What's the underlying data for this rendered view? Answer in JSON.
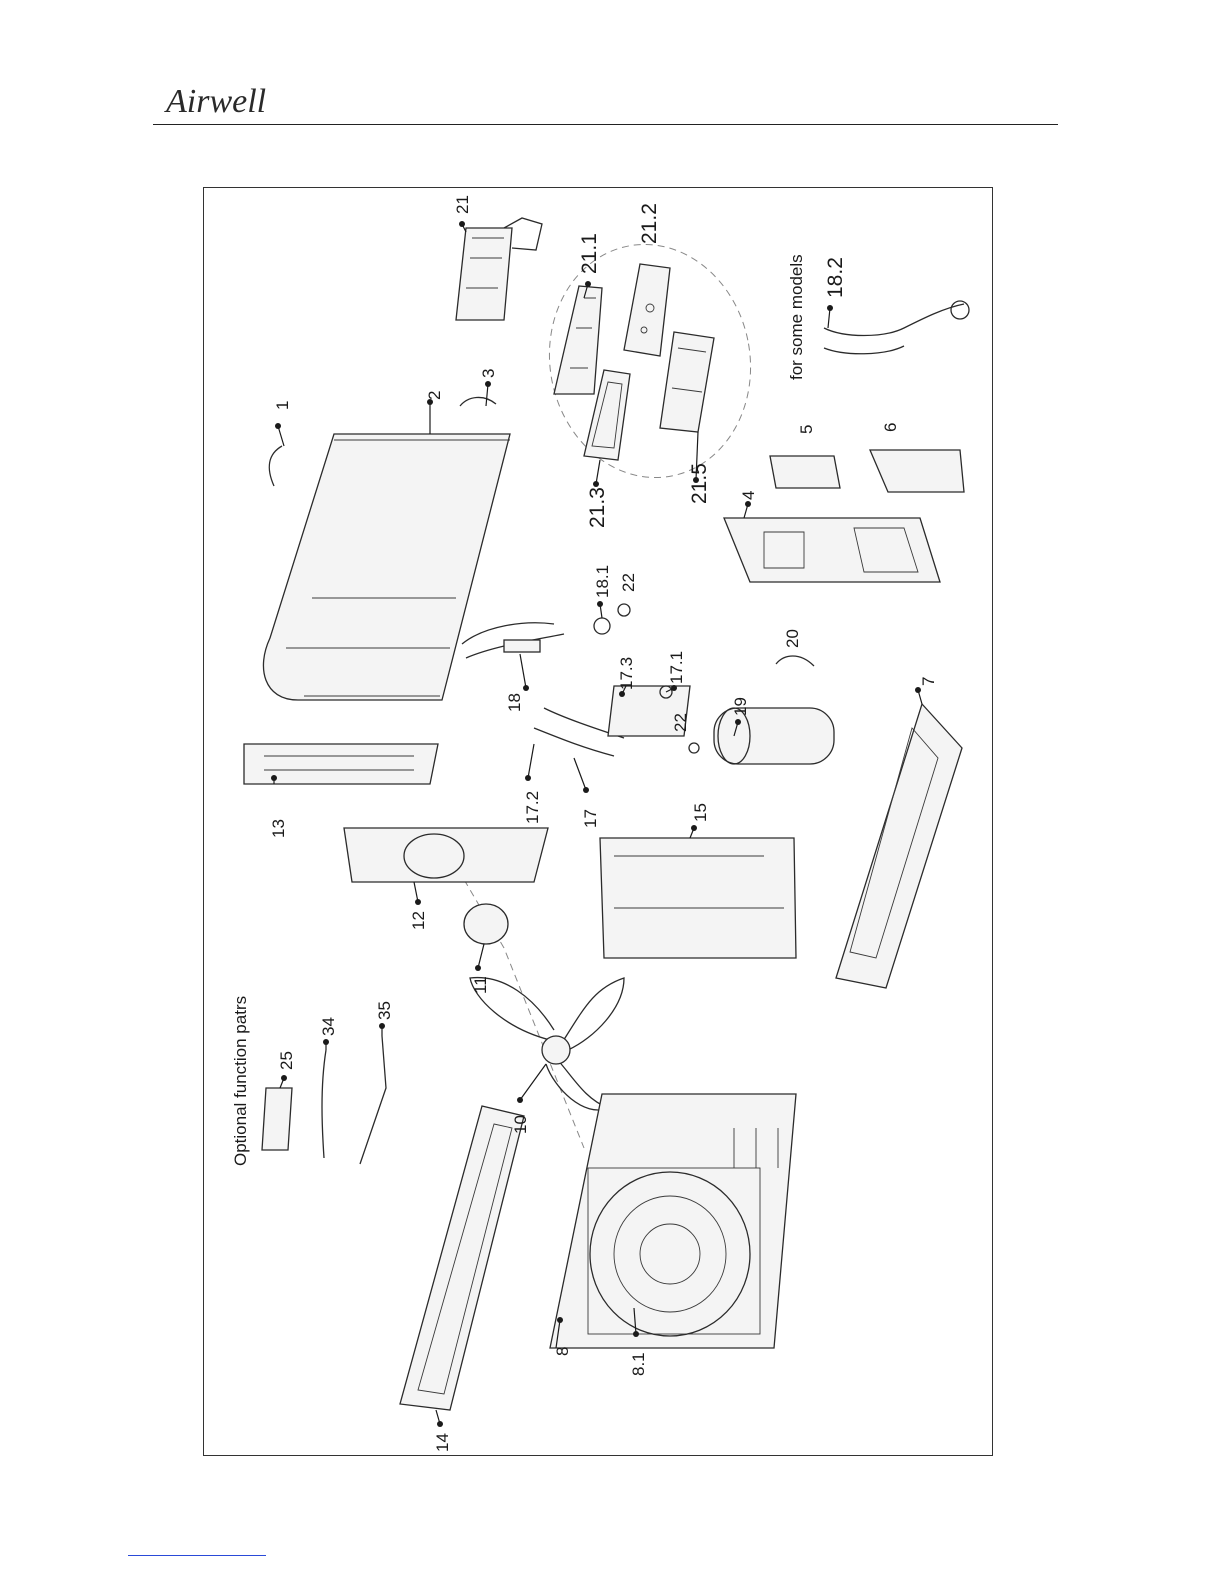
{
  "header": {
    "brand": "Airwell"
  },
  "diagram": {
    "captions": {
      "optional": "Optional function patrs",
      "some_models": "for some models"
    },
    "labels": [
      "1",
      "2",
      "3",
      "4",
      "5",
      "6",
      "7",
      "8",
      "8.1",
      "10",
      "11",
      "12",
      "13",
      "14",
      "15",
      "17",
      "17.1",
      "17.2",
      "17.3",
      "18",
      "18.1",
      "18.2",
      "19",
      "20",
      "21",
      "21.1",
      "21.2",
      "21.3",
      "21.5",
      "22",
      "22",
      "25",
      "34",
      "35"
    ]
  }
}
